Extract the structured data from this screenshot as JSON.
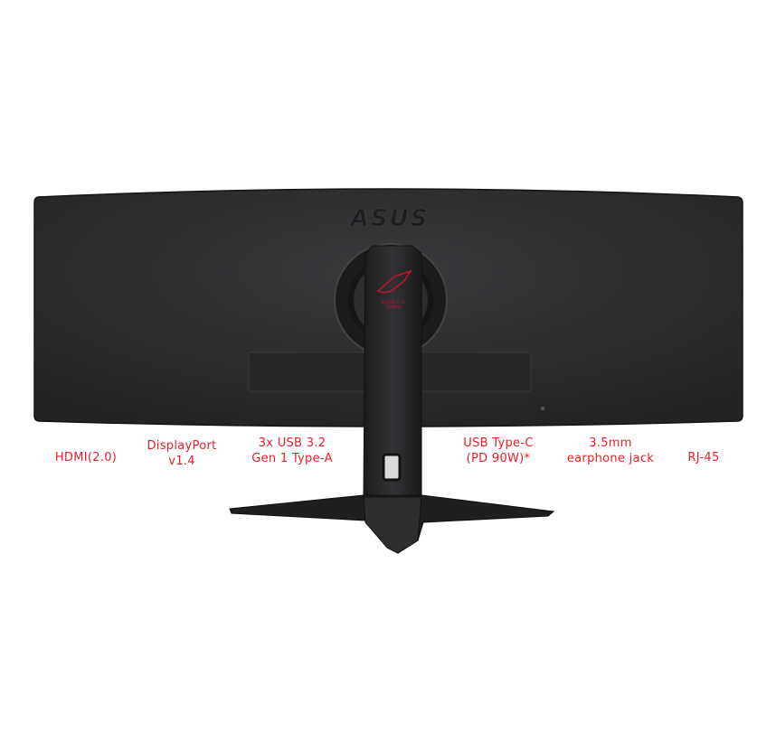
{
  "product": {
    "brand_logo": "ASUS",
    "stand_logo": "REPUBLIC OF GAMERS"
  },
  "port_labels": [
    {
      "lines": [
        "HDMI(2.0)"
      ]
    },
    {
      "lines": [
        "DisplayPort",
        "v1.4"
      ]
    },
    {
      "lines": [
        "3x USB 3.2",
        "Gen 1 Type-A"
      ]
    },
    {
      "lines": [
        "USB Type-C",
        "(PD 90W)*"
      ]
    },
    {
      "lines": [
        "3.5mm",
        "earphone jack"
      ]
    },
    {
      "lines": [
        "RJ-45"
      ]
    }
  ],
  "colors": {
    "label": "#e8202a",
    "body": "#2a2a2c",
    "accent": "#c8102e"
  }
}
